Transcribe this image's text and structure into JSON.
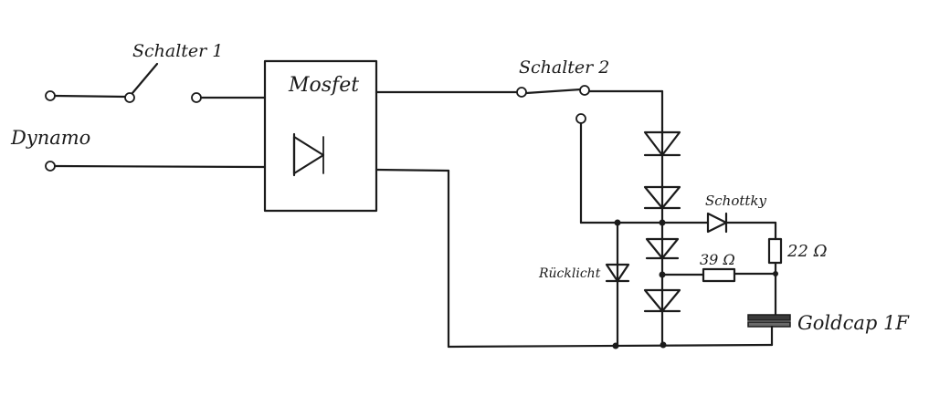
{
  "labels": {
    "dynamo": "Dynamo",
    "switch1": "Schalter 1",
    "switch2": "Schalter 2",
    "mosfet": "Mosfet",
    "schottky": "Schottky",
    "r39": "39 Ω",
    "r22": "22 Ω",
    "rueck": "Rücklicht",
    "goldcap": "Goldcap 1F"
  },
  "colors": {
    "ink": "#1b1b1b",
    "paper": "#ffffff"
  }
}
